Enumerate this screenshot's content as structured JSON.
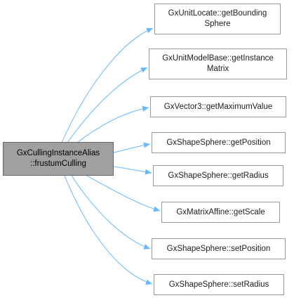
{
  "colors": {
    "edge": "#63b8ff",
    "root_fill": "#a0a0a0",
    "node_border": "#999999"
  },
  "root": {
    "label": "GxCullingInstanceAlias\n::frustumCulling"
  },
  "callees": [
    {
      "label": "GxUnitLocate::getBounding\nSphere"
    },
    {
      "label": "GxUnitModelBase::getInstance\nMatrix"
    },
    {
      "label": "GxVector3::getMaximumValue"
    },
    {
      "label": "GxShapeSphere::getPosition"
    },
    {
      "label": "GxShapeSphere::getRadius"
    },
    {
      "label": "GxMatrixAffine::getScale"
    },
    {
      "label": "GxShapeSphere::setPosition"
    },
    {
      "label": "GxShapeSphere::setRadius"
    }
  ]
}
